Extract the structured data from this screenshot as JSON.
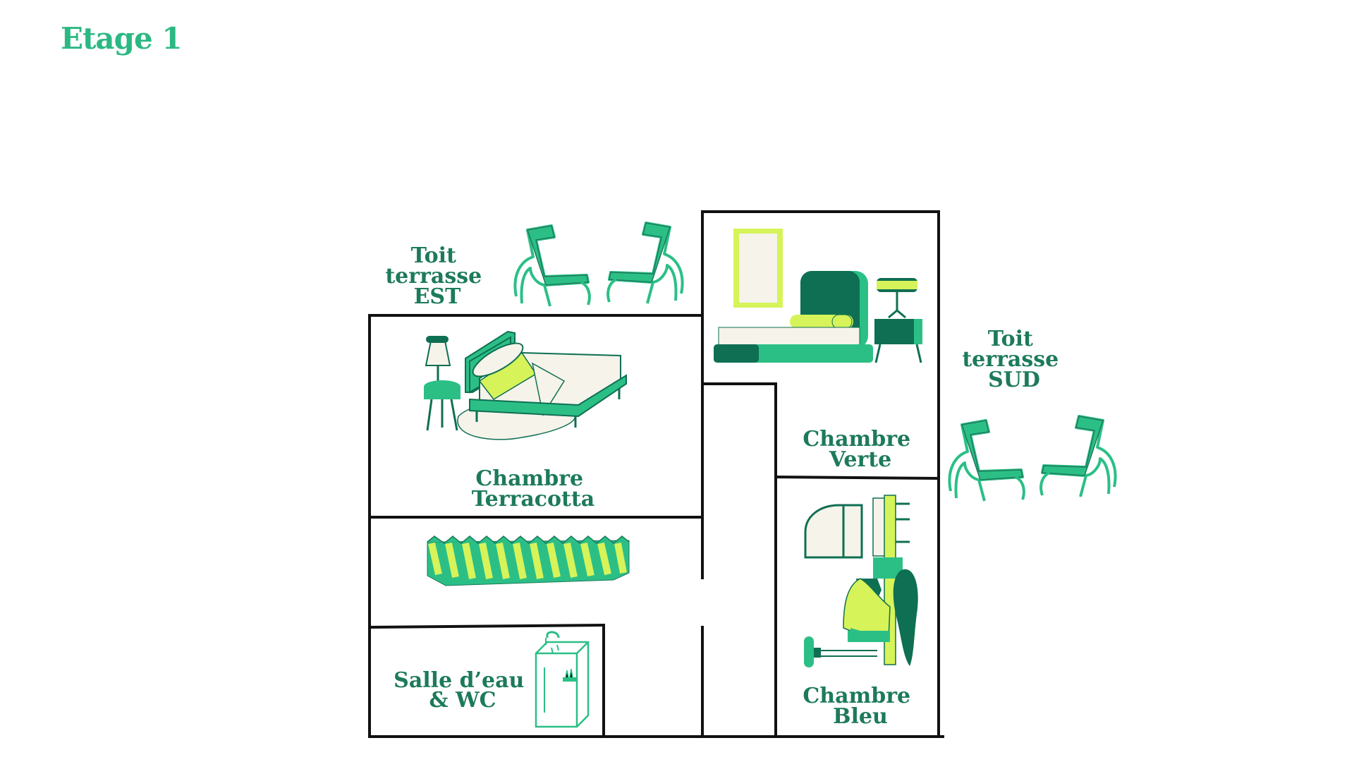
{
  "title": "Etage 1",
  "colors": {
    "label": "#1d7a5c",
    "title": "#2bb883",
    "wall": "#111111",
    "green": "#2bbf86",
    "lime": "#d6f35a",
    "dark": "#0f6f52",
    "cream": "#f5f3ea"
  },
  "labels": {
    "est": [
      "Toit",
      "terrasse",
      "EST"
    ],
    "sud": [
      "Toit",
      "terrasse",
      "SUD"
    ],
    "verte": [
      "Chambre",
      "Verte"
    ],
    "terracotta": [
      "Chambre",
      "Terracotta"
    ],
    "salle": [
      "Salle d’eau",
      "& WC"
    ],
    "bleu": [
      "Chambre",
      "Bleu"
    ]
  },
  "icons": {
    "chairs_est": "lounge-chair-pair-icon",
    "chairs_sud": "lounge-chair-pair-icon",
    "bed_verte": "bed-with-mirror-icon",
    "bed_terracotta": "bed-with-lamp-icon",
    "hallway": "folding-screen-icon",
    "shower": "shower-cabin-icon",
    "desk_bleu": "desk-and-chair-icon"
  }
}
